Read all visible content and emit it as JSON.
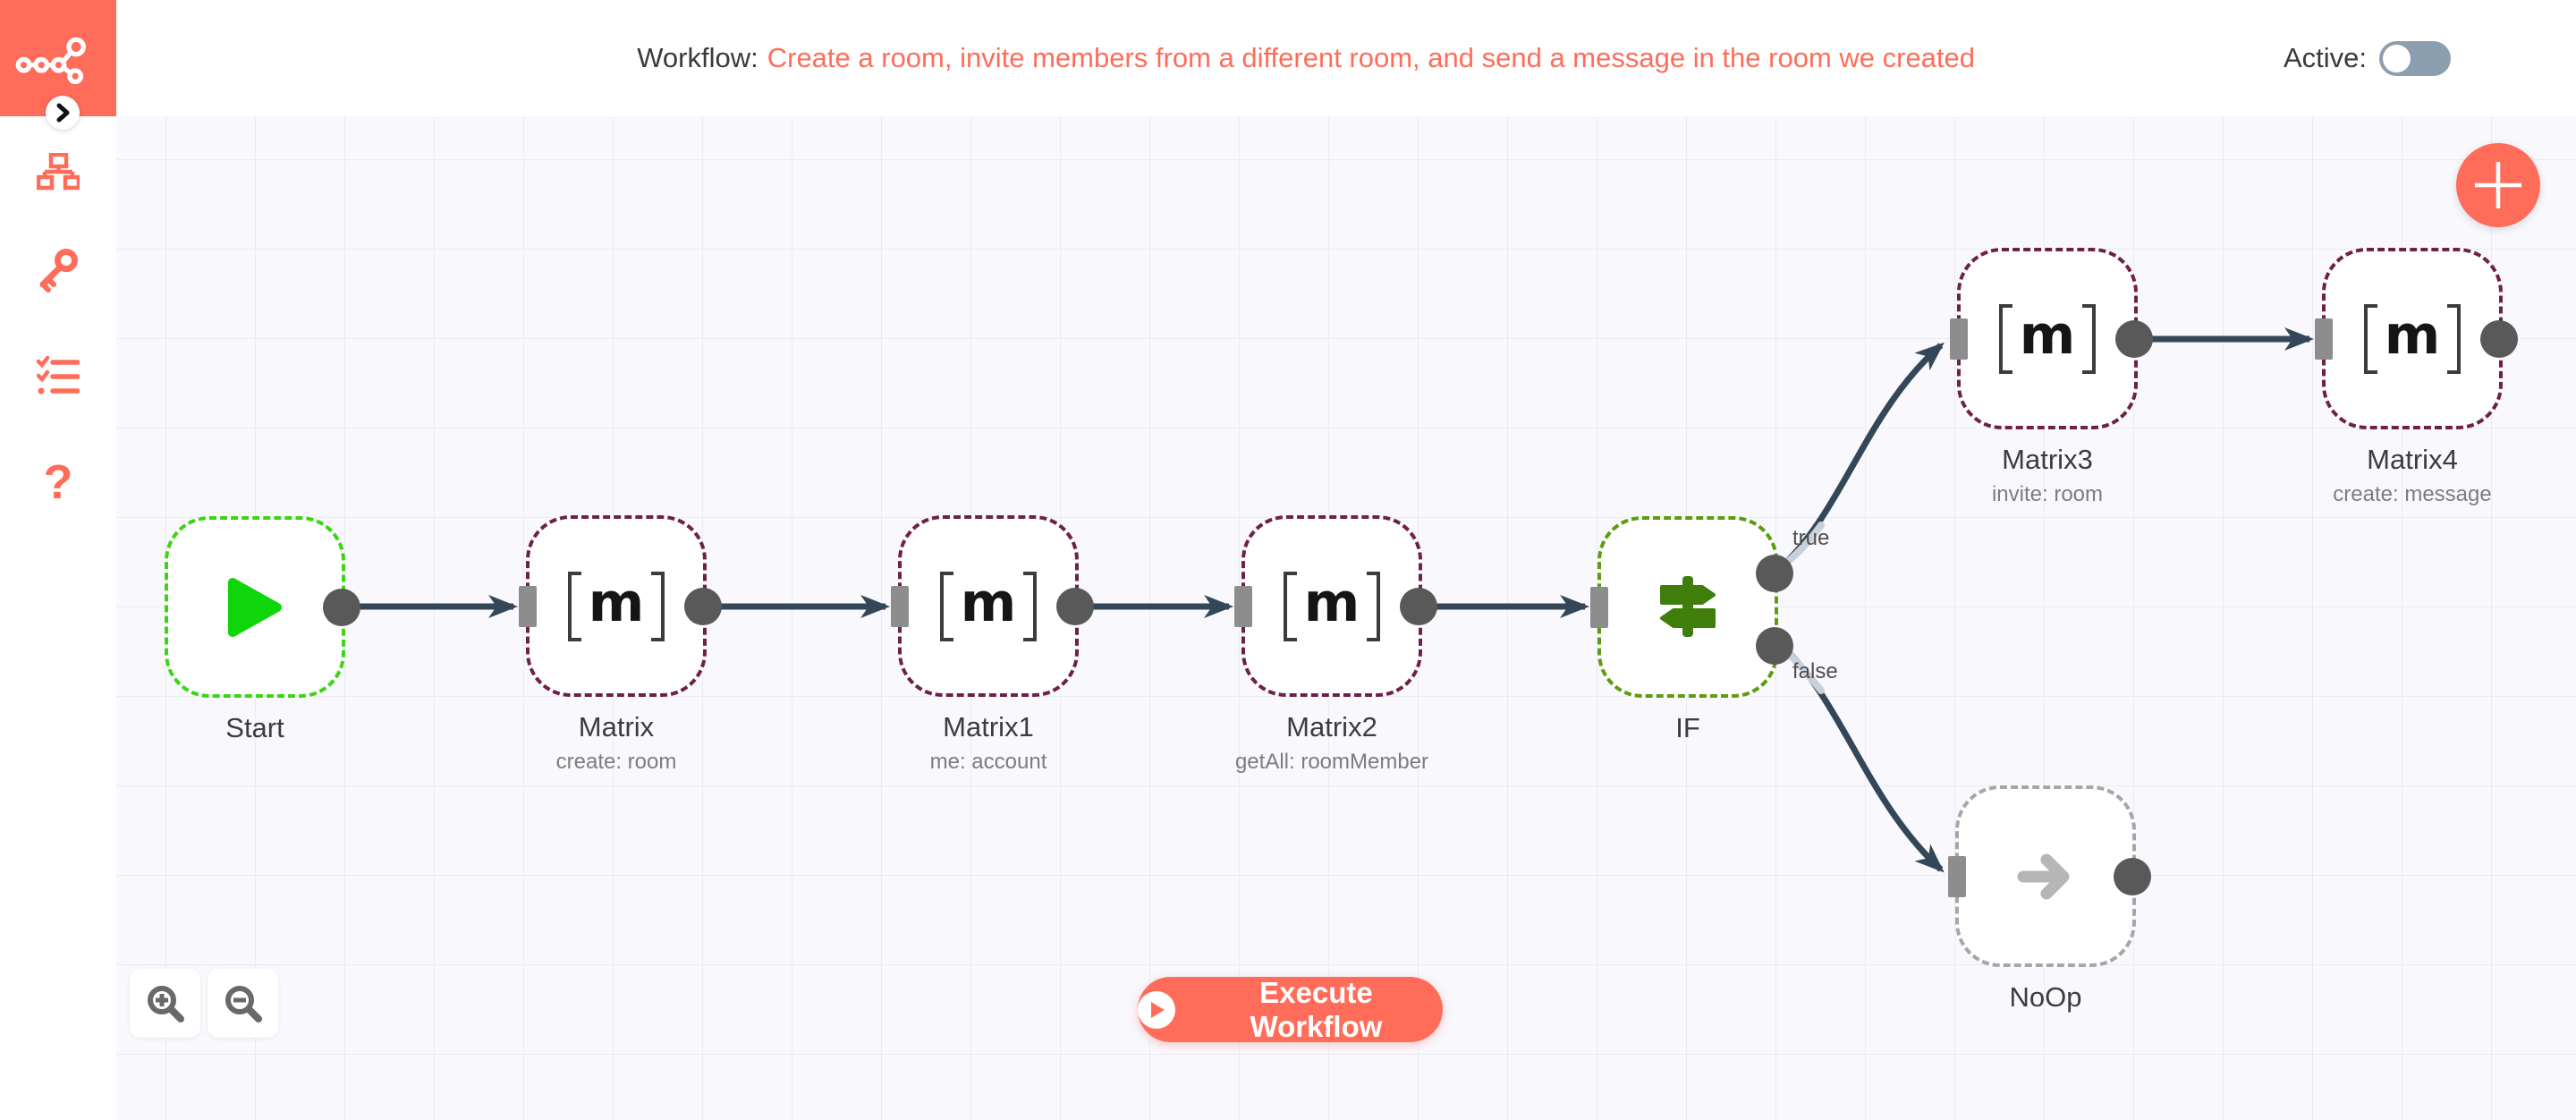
{
  "header": {
    "workflow_label": "Workflow:",
    "workflow_title": "Create a room, invite members from a different room, and send a message in the room we created",
    "active_label": "Active:"
  },
  "sidebar": {
    "icons": [
      {
        "name": "workflows"
      },
      {
        "name": "credentials"
      },
      {
        "name": "executions"
      },
      {
        "name": "help",
        "glyph": "?"
      }
    ]
  },
  "canvas": {
    "nodes": [
      {
        "id": "start",
        "label": "Start",
        "subtitle": ""
      },
      {
        "id": "matrix",
        "label": "Matrix",
        "subtitle": "create: room"
      },
      {
        "id": "matrix1",
        "label": "Matrix1",
        "subtitle": "me: account"
      },
      {
        "id": "matrix2",
        "label": "Matrix2",
        "subtitle": "getAll: roomMember"
      },
      {
        "id": "if",
        "label": "IF",
        "subtitle": ""
      },
      {
        "id": "matrix3",
        "label": "Matrix3",
        "subtitle": "invite: room"
      },
      {
        "id": "matrix4",
        "label": "Matrix4",
        "subtitle": "create: message"
      },
      {
        "id": "noop",
        "label": "NoOp",
        "subtitle": ""
      }
    ],
    "matrix_icon_text": "m",
    "connection_labels": {
      "true": "true",
      "false": "false"
    },
    "execute_button_label": "Execute Workflow"
  },
  "colors": {
    "brand": "#ff6d5a",
    "connection": "#334758",
    "start_green": "#3bd514",
    "if_olive": "#5c9c10",
    "matrix_maroon": "#6e2148",
    "canvas_bg": "#f8f8fd"
  }
}
